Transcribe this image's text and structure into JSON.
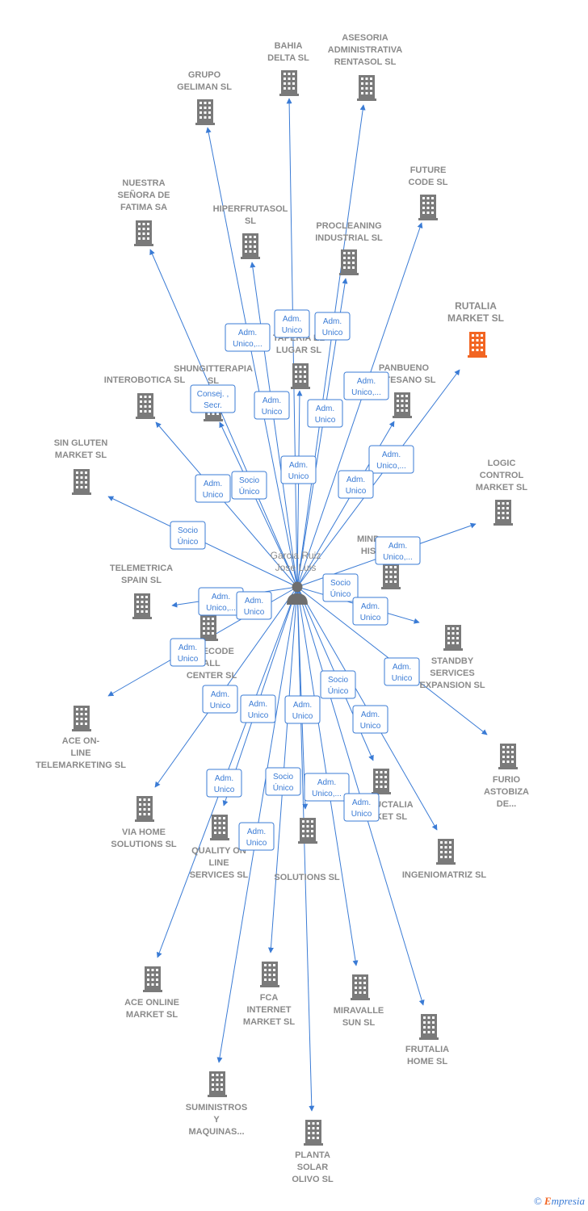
{
  "colors": {
    "edge": "#3a7bd5",
    "building": "#7a7a7a",
    "highlight": "#f26522",
    "label": "#8a8a8a"
  },
  "center": {
    "label_lines": [
      "Garcia Ruiz",
      "Jose Luis"
    ],
    "icon": "person-icon"
  },
  "nodes": [
    {
      "id": "bahia",
      "lines": [
        "BAHIA",
        "DELTA SL"
      ]
    },
    {
      "id": "asesoria",
      "lines": [
        "ASESORIA",
        "ADMINISTRATIVA",
        "RENTASOL SL"
      ]
    },
    {
      "id": "geliman",
      "lines": [
        "GRUPO",
        "GELIMAN SL"
      ]
    },
    {
      "id": "future",
      "lines": [
        "FUTURE",
        "CODE SL"
      ]
    },
    {
      "id": "nuestra",
      "lines": [
        "NUESTRA",
        "SEÑORA DE",
        "FATIMA SA"
      ]
    },
    {
      "id": "hiperfrutasol",
      "lines": [
        "HIPERFRUTASOL",
        "SL"
      ]
    },
    {
      "id": "procleaning",
      "lines": [
        "PROCLEANING",
        "INDUSTRIAL SL"
      ]
    },
    {
      "id": "rutalia",
      "lines": [
        "RUTALIA",
        "MARKET SL"
      ],
      "highlight": true
    },
    {
      "id": "taperia",
      "lines": [
        "TAPERIA EL",
        "LUGAR SL"
      ]
    },
    {
      "id": "shungit",
      "lines": [
        "SHUNGITTERAPIA",
        "SL"
      ]
    },
    {
      "id": "interobotica",
      "lines": [
        "INTEROBOTICA SL"
      ]
    },
    {
      "id": "panbueno",
      "lines": [
        "PANBUENO",
        "ARTESANO SL"
      ]
    },
    {
      "id": "singluten",
      "lines": [
        "SIN GLUTEN",
        "MARKET SL"
      ]
    },
    {
      "id": "logic",
      "lines": [
        "LOGIC",
        "CONTROL",
        "MARKET SL"
      ]
    },
    {
      "id": "mind",
      "lines": [
        "MIND",
        "HIS"
      ]
    },
    {
      "id": "telemetrica",
      "lines": [
        "TELEMETRICA",
        "SPAIN SL"
      ]
    },
    {
      "id": "onecode",
      "lines": [
        "ONECODE",
        "ALL",
        "CENTER SL"
      ]
    },
    {
      "id": "standby",
      "lines": [
        "STANDBY",
        "SERVICES",
        "EXPANSION SL"
      ]
    },
    {
      "id": "aceonline_tel",
      "lines": [
        "ACE ON-",
        "LINE",
        "TELEMARKETING SL"
      ]
    },
    {
      "id": "furio",
      "lines": [
        "FURIO",
        "ASTOBIZA",
        "DE..."
      ]
    },
    {
      "id": "viahome",
      "lines": [
        "VIA HOME",
        "SOLUTIONS SL"
      ]
    },
    {
      "id": "qualityon",
      "lines": [
        "QUALITY ON",
        "LINE",
        "SERVICES SL"
      ]
    },
    {
      "id": "solutions",
      "lines": [
        "SOLUTIONS SL"
      ]
    },
    {
      "id": "productalia",
      "lines": [
        "PRODUCTALIA",
        "MARKET SL"
      ]
    },
    {
      "id": "ingeniomatriz",
      "lines": [
        "INGENIOMATRIZ SL"
      ]
    },
    {
      "id": "acemarket",
      "lines": [
        "ACE ONLINE",
        "MARKET SL"
      ]
    },
    {
      "id": "fca",
      "lines": [
        "FCA",
        "INTERNET",
        "MARKET SL"
      ]
    },
    {
      "id": "miravalle",
      "lines": [
        "MIRAVALLE",
        "SUN SL"
      ]
    },
    {
      "id": "frutalia",
      "lines": [
        "FRUTALIA",
        "HOME SL"
      ]
    },
    {
      "id": "suministros",
      "lines": [
        "SUMINISTROS",
        "Y",
        "MAQUINAS..."
      ]
    },
    {
      "id": "planta",
      "lines": [
        "PLANTA",
        "SOLAR",
        "OLIVO SL"
      ]
    }
  ],
  "relations": [
    {
      "lines": [
        "Adm.",
        "Unico,..."
      ]
    },
    {
      "lines": [
        "Adm.",
        "Unico"
      ]
    },
    {
      "lines": [
        "Adm.",
        "Unico"
      ]
    },
    {
      "lines": [
        "Consej. ,",
        "Secr."
      ]
    },
    {
      "lines": [
        "Adm.",
        "Unico"
      ]
    },
    {
      "lines": [
        "Adm.",
        "Unico,..."
      ]
    },
    {
      "lines": [
        "Adm.",
        "Unico"
      ]
    },
    {
      "lines": [
        "Adm.",
        "Unico"
      ]
    },
    {
      "lines": [
        "Socio",
        "Único"
      ]
    },
    {
      "lines": [
        "Adm.",
        "Unico"
      ]
    },
    {
      "lines": [
        "Adm.",
        "Unico,..."
      ]
    },
    {
      "lines": [
        "Adm.",
        "Unico"
      ]
    },
    {
      "lines": [
        "Socio",
        "Único"
      ]
    },
    {
      "lines": [
        "Adm.",
        "Unico,..."
      ]
    },
    {
      "lines": [
        "Socio",
        "Único"
      ]
    },
    {
      "lines": [
        "Adm.",
        "Unico,..."
      ]
    },
    {
      "lines": [
        "Adm.",
        "Unico"
      ]
    },
    {
      "lines": [
        "Adm.",
        "Unico"
      ]
    },
    {
      "lines": [
        "Adm.",
        "Unico"
      ]
    },
    {
      "lines": [
        "Adm.",
        "Unico"
      ]
    },
    {
      "lines": [
        "Adm.",
        "Unico"
      ]
    },
    {
      "lines": [
        "Adm.",
        "Unico"
      ]
    },
    {
      "lines": [
        "Socio",
        "Único"
      ]
    },
    {
      "lines": [
        "Adm.",
        "Unico"
      ]
    },
    {
      "lines": [
        "Adm.",
        "Unico"
      ]
    },
    {
      "lines": [
        "Socio",
        "Único"
      ]
    },
    {
      "lines": [
        "Adm.",
        "Unico,..."
      ]
    },
    {
      "lines": [
        "Adm.",
        "Unico"
      ]
    },
    {
      "lines": [
        "Adm.",
        "Unico"
      ]
    },
    {
      "lines": [
        "Adm.",
        "Unico"
      ]
    }
  ],
  "footer": {
    "copyright": "©",
    "brand_first": "E",
    "brand_rest": "mpresia"
  }
}
